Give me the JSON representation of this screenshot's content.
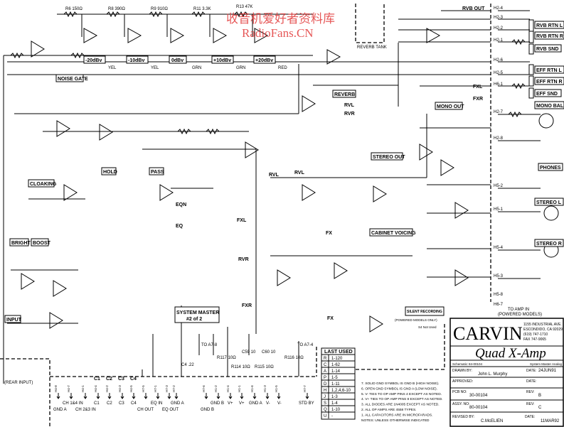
{
  "watermark": {
    "cn": "收音机爱好者资料库",
    "en": "RadioFans.CN"
  },
  "meter_labels": [
    "-20dBv",
    "-10dBv",
    "0dBv",
    "+10dBv",
    "+20dBv"
  ],
  "meter_led_colors": [
    "YEL",
    "YEL",
    "GRN",
    "GRN",
    "RED"
  ],
  "meter_resistors": [
    "R6 150Ω",
    "R8 390Ω",
    "R9 910Ω",
    "R11 3.3K",
    "R13 47K"
  ],
  "section_labels": {
    "noise_gate": "NOISE GATE",
    "reverb": "REVERB",
    "reverb_tank": "REVERB TANK",
    "rvb_out": "RVB OUT",
    "mono_out": "MONO OUT",
    "stereo_out": "STEREO OUT",
    "cabinet_voicing": "CABINET VOICING",
    "silent_recording": "SILENT RECORDING",
    "powered_only": "(POWERED MODELS ONLY)",
    "hold": "HOLD",
    "pass": "PASS",
    "cloaking": "CLOAKING",
    "bright": "BRIGHT",
    "boost": "BOOST",
    "input": "INPUT",
    "rear_input": "(REAR INPUT)",
    "system_master": "SYSTEM MASTER",
    "system_master_sub": "#2 of 2",
    "to_amp_in": "TO AMP IN",
    "to_amp_in_sub": "(POWERED MODELS)",
    "s4_not_used": "S4 Not Used"
  },
  "bubble_labels": [
    "RVL",
    "RVR",
    "RVL",
    "RVR",
    "FXL",
    "FXR",
    "FXL",
    "FXR",
    "FX",
    "EQN",
    "EQ",
    "RVL",
    "FX",
    "C1",
    "C2",
    "C3",
    "C4"
  ],
  "right_jacks": [
    "RVB RTN L",
    "RVB RTN R",
    "RVB SND",
    "EFF RTN L",
    "EFF RTN R",
    "EFF SND",
    "MONO BAL",
    "PHONES",
    "STEREO L",
    "STEREO R"
  ],
  "header_pins": [
    "H2-4",
    "H2-3",
    "H2-2",
    "H2-1",
    "H2-6",
    "H2-5",
    "H6-1",
    "H2-7",
    "H2-8",
    "H5-2",
    "H5-1",
    "H5-4",
    "H5-3",
    "H5-8",
    "H6-7"
  ],
  "bottom_connectors": {
    "pins": [
      "H4-8",
      "H4-7",
      "H4-1",
      "H4-4",
      "H4-2",
      "H4-3",
      "H4-5",
      "H7-5",
      "H7-1",
      "H7-3",
      "H7-2",
      "H7-6",
      "H1-2",
      "H1-4",
      "H1-1",
      "H1-6",
      "H1-3",
      "H1-5",
      "H7-7"
    ],
    "labels_row1": [
      "CH 1&4 IN",
      "C1",
      "C2",
      "C3",
      "C4",
      "EQ IN",
      "GND A",
      "GND B",
      "V+",
      "V+",
      "GND A",
      "V-",
      "V-",
      "STD BY"
    ],
    "labels_row2": [
      "GND A",
      "CH 2&3 IN",
      "CH OUT",
      "EQ OUT",
      "GND B"
    ],
    "to_labels": [
      "TO A7-8",
      "TO A7-4"
    ],
    "parts": [
      "R117 10Ω",
      "R114 10Ω",
      "C59 10",
      "C60 10",
      "R115 10Ω",
      "R116 10Ω",
      "C4 .22"
    ]
  },
  "last_used": {
    "header": "LAST USED",
    "rows": [
      [
        "R",
        "1-120"
      ],
      [
        "C",
        "1-62"
      ],
      [
        "A",
        "1-14"
      ],
      [
        "P",
        "1-5"
      ],
      [
        "D",
        "1-11"
      ],
      [
        "H",
        "1,2,4,6-10"
      ],
      [
        "J",
        "1-3"
      ],
      [
        "S",
        "1-4"
      ],
      [
        "Q",
        "1-10"
      ],
      [
        "U",
        "-"
      ]
    ]
  },
  "notes": [
    "7. SOLID GND SYMBOL IS GND B (HIGH NOISE).",
    "6. OPEN GND SYMBOL IS GND A (LOW NOISE).",
    "5. V- TIES TO OP AMP PINS 4 EXCEPT AS NOTED.",
    "4. V+ TIES TO OP AMP PINS 8 EXCEPT AS NOTED.",
    "3. ALL DIODES ARE 1N4005 EXCEPT AS NOTED.",
    "2. ALL OP AMPS ARE 4558 TYPES.",
    "1. ALL CAPACITORS ARE IN MICROFARADS.",
    "NOTES:   UNLESS  OTHERWISE  INDICATED"
  ],
  "title_block": {
    "company": "CARVIN",
    "address": [
      "1155 INDUSTRIAL AVE.",
      "ESCONDIDO, CA  92029",
      "(619) 747-1710",
      "FAX 747-9065"
    ],
    "title": "Quad X-Amp",
    "schematic_label": "Schematic:",
    "schematic_no": "84-00104",
    "system": "System Master Analog",
    "drawn_by_label": "DRAWN BY:",
    "drawn_by": "John L. Murphy",
    "date_label": "DATE:",
    "drawn_date": "24JUN91",
    "approved_label": "APPROVED:",
    "approved_date_label": "DATE:",
    "pcb_label": "PCB NO:",
    "pcb_no": "30-00104",
    "rev_label": "REV:",
    "pcb_rev": "B",
    "assy_label": "ASSY. NO:",
    "assy_no": "80-00104",
    "assy_rev": "C",
    "revised_label": "REVISED BY:",
    "revised_by": "C.McELIEN",
    "revised_date_label": "DATE:",
    "revised_date": "11MAR92"
  }
}
